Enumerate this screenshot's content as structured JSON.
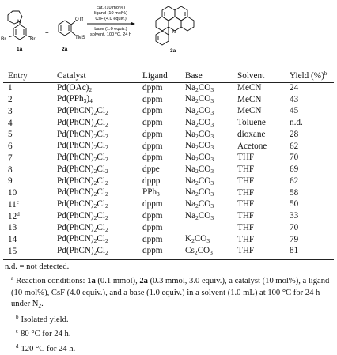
{
  "scheme": {
    "substrate_label": "1a",
    "reagent_label": "2a",
    "product_label": "3a",
    "atom_br_left": "Br",
    "atom_br_right": "Br",
    "atom_n": "N",
    "group_otf": "OTf",
    "group_tms": "TMS",
    "plus": "+",
    "conditions_above": [
      "cat. (10 mol%)",
      "ligand (10 mol%)",
      "CsF (4.0 equiv.)"
    ],
    "conditions_below": [
      "base (1.0 equiv.)",
      "solvent, 100 °C, 24 h"
    ]
  },
  "table": {
    "headers": {
      "entry": "Entry",
      "catalyst": "Catalyst",
      "ligand": "Ligand",
      "base": "Base",
      "solvent": "Solvent",
      "yield": "Yield (%)",
      "yield_note": "b"
    },
    "rows": [
      {
        "entry": "1",
        "sup": "",
        "cat": "Pd(OAc)2",
        "lig": "dppm",
        "base": "Na2CO3",
        "sol": "MeCN",
        "yield": "24"
      },
      {
        "entry": "2",
        "sup": "",
        "cat": "Pd(PPh3)4",
        "lig": "dppm",
        "base": "Na2CO3",
        "sol": "MeCN",
        "yield": "43"
      },
      {
        "entry": "3",
        "sup": "",
        "cat": "Pd(PhCN)2Cl2",
        "lig": "dppm",
        "base": "Na2CO3",
        "sol": "MeCN",
        "yield": "45"
      },
      {
        "entry": "4",
        "sup": "",
        "cat": "Pd(PhCN)2Cl2",
        "lig": "dppm",
        "base": "Na2CO3",
        "sol": "Toluene",
        "yield": "n.d."
      },
      {
        "entry": "5",
        "sup": "",
        "cat": "Pd(PhCN)2Cl2",
        "lig": "dppm",
        "base": "Na2CO3",
        "sol": "dioxane",
        "yield": "28"
      },
      {
        "entry": "6",
        "sup": "",
        "cat": "Pd(PhCN)2Cl2",
        "lig": "dppm",
        "base": "Na2CO3",
        "sol": "Acetone",
        "yield": "62"
      },
      {
        "entry": "7",
        "sup": "",
        "cat": "Pd(PhCN)2Cl2",
        "lig": "dppm",
        "base": "Na2CO3",
        "sol": "THF",
        "yield": "70"
      },
      {
        "entry": "8",
        "sup": "",
        "cat": "Pd(PhCN)2Cl2",
        "lig": "dppe",
        "base": "Na2CO3",
        "sol": "THF",
        "yield": "69"
      },
      {
        "entry": "9",
        "sup": "",
        "cat": "Pd(PhCN)2Cl2",
        "lig": "dppp",
        "base": "Na2CO3",
        "sol": "THF",
        "yield": "62"
      },
      {
        "entry": "10",
        "sup": "",
        "cat": "Pd(PhCN)2Cl2",
        "lig": "PPh3",
        "base": "Na2CO3",
        "sol": "THF",
        "yield": "58"
      },
      {
        "entry": "11",
        "sup": "c",
        "cat": "Pd(PhCN)2Cl2",
        "lig": "dppm",
        "base": "Na2CO3",
        "sol": "THF",
        "yield": "50"
      },
      {
        "entry": "12",
        "sup": "d",
        "cat": "Pd(PhCN)2Cl2",
        "lig": "dppm",
        "base": "Na2CO3",
        "sol": "THF",
        "yield": "33"
      },
      {
        "entry": "13",
        "sup": "",
        "cat": "Pd(PhCN)2Cl2",
        "lig": "dppm",
        "base": "–",
        "sol": "THF",
        "yield": "70"
      },
      {
        "entry": "14",
        "sup": "",
        "cat": "Pd(PhCN)2Cl2",
        "lig": "dppm",
        "base": "K2CO3",
        "sol": "THF",
        "yield": "79"
      },
      {
        "entry": "15",
        "sup": "",
        "cat": "Pd(PhCN)2Cl2",
        "lig": "dppm",
        "base": "Cs2CO3",
        "sol": "THF",
        "yield": "81"
      }
    ]
  },
  "footnotes": {
    "nd_line": "n.d. = not detected.",
    "a_mark": "a",
    "a_p1": "Reaction conditions: ",
    "a_b1": "1a",
    "a_p2": " (0.1 mmol), ",
    "a_b2": "2a",
    "a_p3": " (0.3 mmol, 3.0 equiv.), a catalyst (10 mol%), a ligand (10 mol%), CsF (4.0 equiv.), and a base (1.0 equiv.) in a solvent (1.0 mL) at 100 °C for 24 h under N",
    "a_sub": "2",
    "a_end": ".",
    "b_mark": "b",
    "b_text": "Isolated yield.",
    "c_mark": "c",
    "c_text": "80 °C for 24 h.",
    "d_mark": "d",
    "d_text": "120 °C for 24 h."
  }
}
